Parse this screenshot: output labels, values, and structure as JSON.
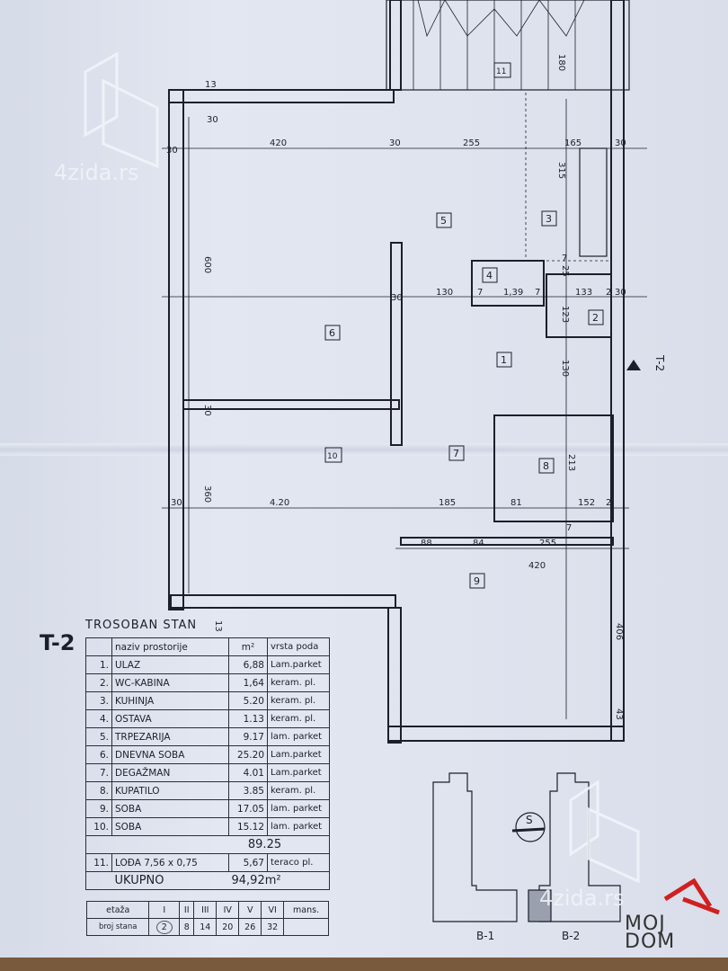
{
  "plan": {
    "unit_label": "T-2",
    "section_marker": "T-2",
    "room_numbers": [
      "1",
      "2",
      "3",
      "4",
      "5",
      "6",
      "7",
      "8",
      "9",
      "10",
      "11"
    ],
    "dimensions": {
      "d13_top": "13",
      "d30_a": "30",
      "d420_top": "420",
      "d255_top": "255",
      "d165": "165",
      "d180": "180",
      "d315": "315",
      "d600": "600",
      "d30_b": "30",
      "d30_c": "30",
      "d130_a": "130",
      "d7_a": "7",
      "d139": "1,39",
      "d7_b": "7",
      "d133": "133",
      "d2_a": "2",
      "d30_d": "30",
      "d25": "25",
      "d123": "123",
      "d130_b": "130",
      "d30_e": "30",
      "d30_f": "30",
      "d360": "360",
      "d420_mid": "4.20",
      "d185": "185",
      "d81": "81",
      "d152": "152",
      "d2_b": "2",
      "d213": "213",
      "d7_c": "7",
      "d88": "88",
      "d84": "84",
      "d255_bot": "255",
      "d420_bot": "420",
      "d406": "406",
      "d43": "43",
      "d30_g": "30",
      "d13_bot": "13",
      "d30_h": "30",
      "d7_d": "7"
    }
  },
  "legend": {
    "title": "TROSOBAN STAN",
    "tag": "T-2",
    "headers": {
      "name": "naziv prostorije",
      "area": "m²",
      "floor": "vrsta poda"
    },
    "rooms": [
      {
        "n": "1.",
        "name": "ULAZ",
        "area": "6,88",
        "floor": "Lam.parket"
      },
      {
        "n": "2.",
        "name": "WC-KABINA",
        "area": "1,64",
        "floor": "keram. pl."
      },
      {
        "n": "3.",
        "name": "KUHINJA",
        "area": "5.20",
        "floor": "keram. pl."
      },
      {
        "n": "4.",
        "name": "OSTAVA",
        "area": "1.13",
        "floor": "keram. pl."
      },
      {
        "n": "5.",
        "name": "TRPEZARIJA",
        "area": "9.17",
        "floor": "lam. parket"
      },
      {
        "n": "6.",
        "name": "DNEVNA SOBA",
        "area": "25.20",
        "floor": "Lam.parket"
      },
      {
        "n": "7.",
        "name": "DEGAŽMAN",
        "area": "4.01",
        "floor": "Lam.parket"
      },
      {
        "n": "8.",
        "name": "KUPATILO",
        "area": "3.85",
        "floor": "keram. pl."
      },
      {
        "n": "9.",
        "name": "SOBA",
        "area": "17.05",
        "floor": "lam. parket"
      },
      {
        "n": "10.",
        "name": "SOBA",
        "area": "15.12",
        "floor": "lam. parket"
      }
    ],
    "subtotal": "89.25",
    "loggia": {
      "n": "11.",
      "name": "LOĐA  7,56 x 0,75",
      "area": "5,67",
      "floor": "teraco pl."
    },
    "total_label": "UKUPNO",
    "total_value": "94,92m²"
  },
  "floors": {
    "row1_label": "etaža",
    "row2_label": "broj stana",
    "levels": [
      "I",
      "II",
      "III",
      "IV",
      "V",
      "VI",
      "mans."
    ],
    "numbers": [
      "2",
      "8",
      "14",
      "20",
      "26",
      "32",
      ""
    ]
  },
  "site": {
    "north_label": "S",
    "blocks": [
      "B-1",
      "B-2"
    ]
  },
  "watermarks": {
    "text": "4zida.rs",
    "logo_line1": "MOJ",
    "logo_line2": "DOM"
  }
}
